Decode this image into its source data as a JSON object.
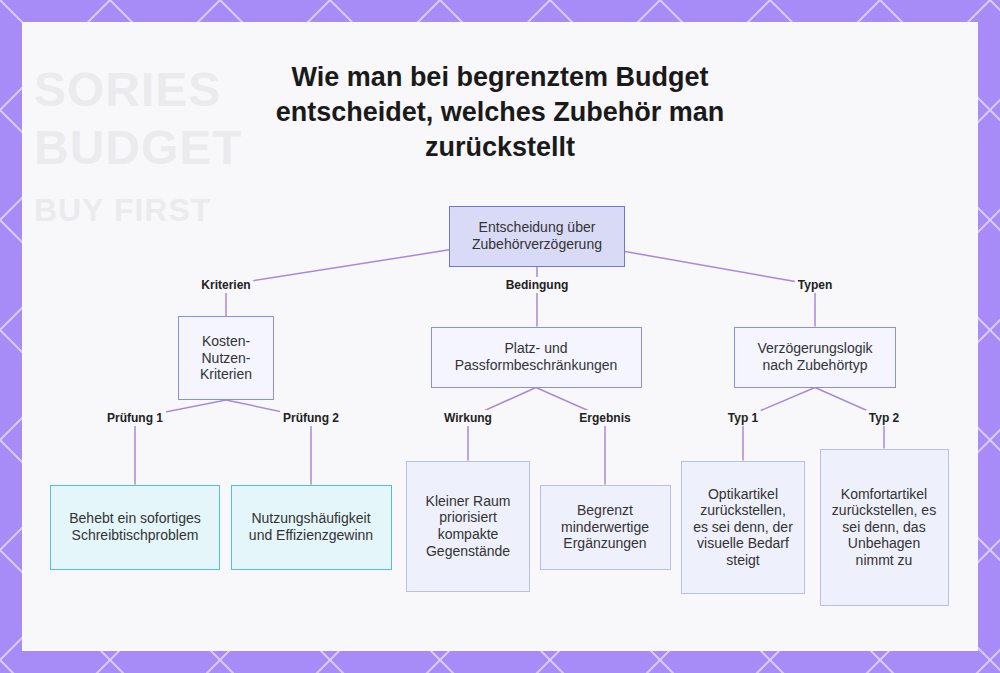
{
  "diagram": {
    "title": "Wie man bei begrenztem Budget entscheidet, welches Zubehör man zurückstellt",
    "nodes": [
      {
        "text": [
          "Entscheidung über Zubehörverzögerung"
        ]
      },
      {
        "text": [
          "Kosten-Nutzen-Kriterien"
        ]
      },
      {
        "text": [
          "Platz- und Passformbeschränkungen"
        ]
      },
      {
        "text": [
          "Verzögerungslogik nach Zubehörtyp"
        ]
      },
      {
        "text": [
          "Behebt ein sofortiges Schreibtischproblem"
        ]
      },
      {
        "text": [
          "Nutzungshäufigkeit und Effizienzgewinn"
        ]
      },
      {
        "text": [
          "Kleiner Raum priorisiert kompakte Gegenstände"
        ]
      },
      {
        "text": [
          "Begrenzt minderwertige Ergänzungen"
        ]
      },
      {
        "text": [
          "Optikartikel zurückstellen, es sei denn, der visuelle Bedarf steigt"
        ]
      },
      {
        "text": [
          "Komfortartikel zurückstellen, es sei denn, das Unbehagen nimmt zu"
        ]
      }
    ],
    "edges": [
      {
        "from": 0,
        "to": 1,
        "label": "Kriterien",
        "arrow": "none"
      },
      {
        "from": 0,
        "to": 2,
        "label": "Bedingung",
        "arrow": "none"
      },
      {
        "from": 0,
        "to": 3,
        "label": "Typen",
        "arrow": "none"
      },
      {
        "from": 1,
        "to": 4,
        "label": "Prüfung 1",
        "arrow": "none"
      },
      {
        "from": 1,
        "to": 5,
        "label": "Prüfung 2",
        "arrow": "none"
      },
      {
        "from": 2,
        "to": 6,
        "label": "Wirkung",
        "arrow": "none"
      },
      {
        "from": 2,
        "to": 7,
        "label": "Ergebnis",
        "arrow": "none"
      },
      {
        "from": 3,
        "to": 8,
        "label": "Typ 1",
        "arrow": "none"
      },
      {
        "from": 3,
        "to": 9,
        "label": "Typ 2",
        "arrow": "none"
      }
    ],
    "labels": [
      "SORIES",
      "BUDGET",
      "BUY FIRST"
    ]
  }
}
